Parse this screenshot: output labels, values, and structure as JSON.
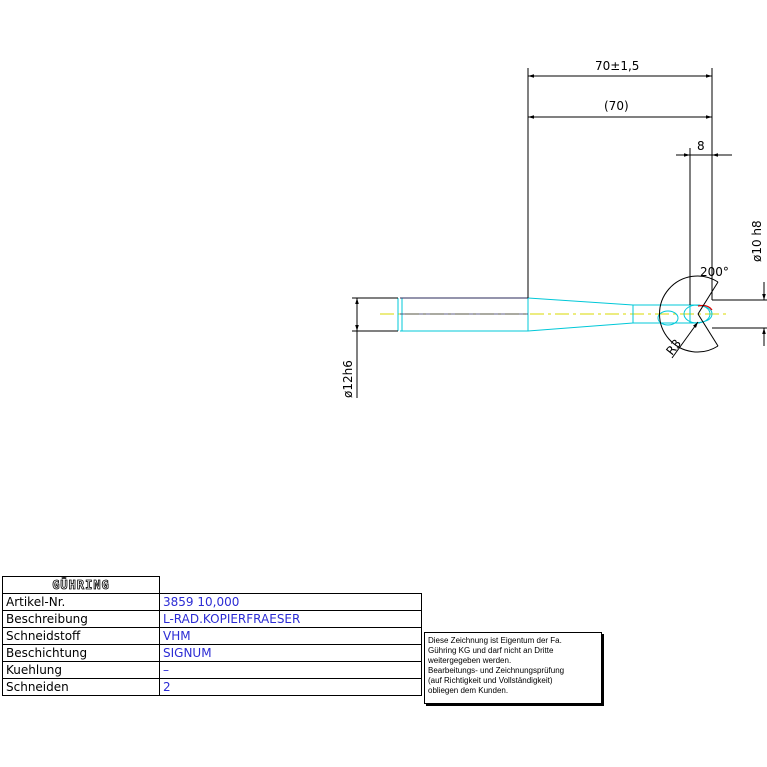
{
  "dimensions": {
    "overall_length": "70±1,5",
    "reference_length": "(70)",
    "tip_length": "8",
    "tip_diameter": "ø10 h8",
    "shank_diameter": "ø12h6",
    "angle": "200°",
    "radius": "R3"
  },
  "title_block": {
    "logo": "GÜHRING",
    "rows": [
      {
        "label": "Artikel-Nr.",
        "value": "3859 10,000"
      },
      {
        "label": "Beschreibung",
        "value": "L-RAD.KOPIERFRAESER"
      },
      {
        "label": "Schneidstoff",
        "value": "VHM"
      },
      {
        "label": "Beschichtung",
        "value": "SIGNUM"
      },
      {
        "label": "Kuehlung",
        "value": "–"
      },
      {
        "label": "Schneiden",
        "value": "2"
      }
    ]
  },
  "notice": {
    "lines": [
      "Diese Zeichnung ist Eigentum der Fa.",
      "Gühring KG und darf nicht an Dritte",
      "weitergegeben werden.",
      "Bearbeitungs- und Zeichnungsprüfung",
      "(auf Richtigkeit und Vollständigkeit)",
      "obliegen dem Kunden."
    ]
  },
  "colors": {
    "outline": "#00c8d8",
    "centerline": "#d8d800",
    "dimension": "#000000",
    "cutting_edge": "#e00000",
    "value_text": "#2b2bd4"
  }
}
